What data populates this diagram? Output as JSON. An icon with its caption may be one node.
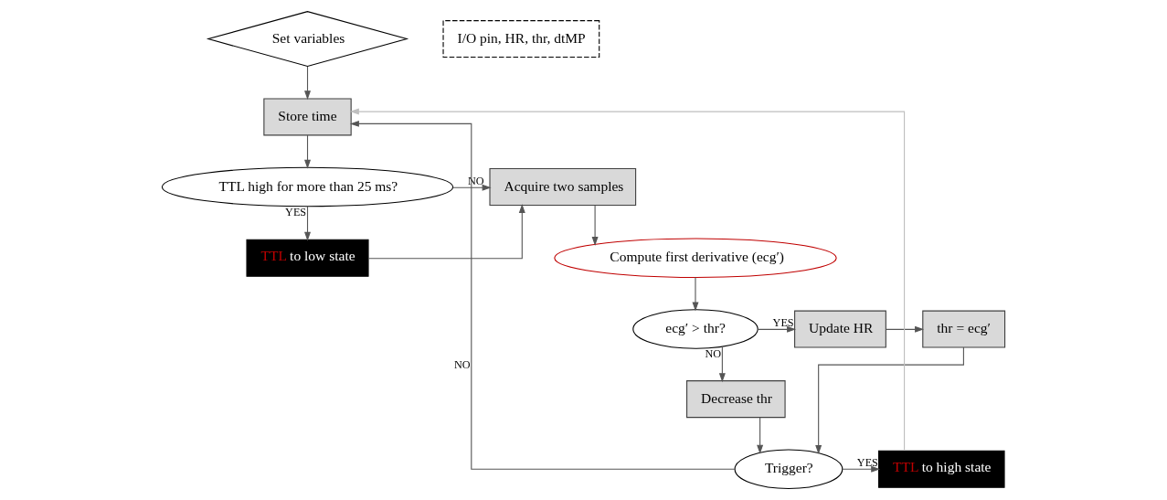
{
  "diagram": {
    "nodes": [
      {
        "text": [
          "Set variables"
        ]
      },
      {
        "text": [
          "I/O pin, HR, thr, dtMP"
        ]
      },
      {
        "text": [
          "Store time"
        ]
      },
      {
        "text": [
          "TTL high for more than 25 ms?"
        ]
      },
      {
        "text": [
          "TTL",
          "to low state"
        ]
      },
      {
        "text": [
          "Acquire two samples"
        ]
      },
      {
        "text": [
          "Compute first derivative (ecg′)"
        ]
      },
      {
        "text": [
          "ecg′ > thr?"
        ]
      },
      {
        "text": [
          "Update HR"
        ]
      },
      {
        "text": [
          "thr = ecg′"
        ]
      },
      {
        "text": [
          "Decrease thr"
        ]
      },
      {
        "text": [
          "Trigger?"
        ]
      },
      {
        "text": [
          "TTL",
          "to high state"
        ]
      }
    ],
    "edges": [
      {
        "from": 0,
        "to": 2,
        "arrow": "to"
      },
      {
        "from": 2,
        "to": 3,
        "arrow": "to"
      },
      {
        "from": 3,
        "to": 4,
        "arrow": "to",
        "label": "YES"
      },
      {
        "from": 3,
        "to": 5,
        "arrow": "to",
        "label": "NO"
      },
      {
        "from": 4,
        "to": 5,
        "arrow": "to"
      },
      {
        "from": 5,
        "to": 6,
        "arrow": "to"
      },
      {
        "from": 6,
        "to": 7,
        "arrow": "to"
      },
      {
        "from": 7,
        "to": 8,
        "arrow": "to",
        "label": "YES"
      },
      {
        "from": 7,
        "to": 10,
        "arrow": "to",
        "label": "NO"
      },
      {
        "from": 8,
        "to": 9,
        "arrow": "to"
      },
      {
        "from": 9,
        "to": 11,
        "arrow": "to"
      },
      {
        "from": 10,
        "to": 11,
        "arrow": "to"
      },
      {
        "from": 11,
        "to": 12,
        "arrow": "to",
        "label": "YES"
      },
      {
        "from": 11,
        "to": 2,
        "arrow": "to",
        "label": "NO"
      },
      {
        "from": 12,
        "to": 2,
        "arrow": "to",
        "color": "#bfbfbf"
      }
    ]
  }
}
